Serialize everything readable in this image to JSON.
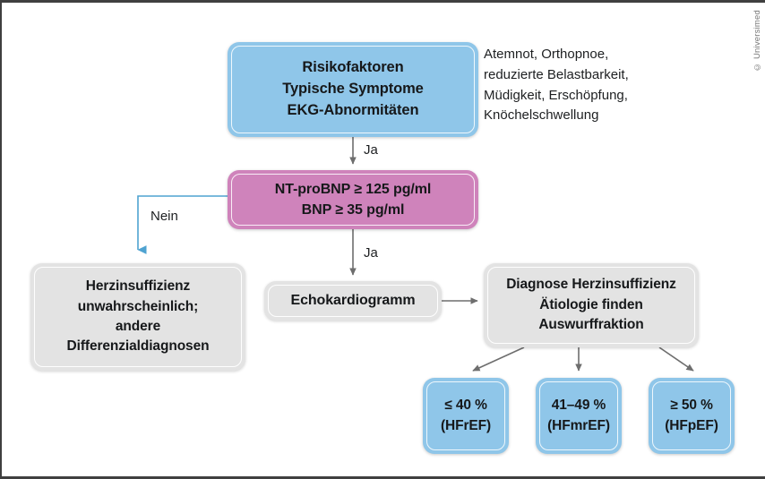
{
  "figure": {
    "copyright": "© Universimed",
    "colors": {
      "blue": "#8FC6E9",
      "pink": "#CF83BB",
      "grey": "#E3E3E3",
      "arrow_grey": "#6E6E6E",
      "arrow_blue": "#4FA3D1",
      "text": "#16181A",
      "frame": "#3F3F3F"
    }
  },
  "nodes": {
    "symptoms": {
      "line1": "Risikofaktoren",
      "line2": "Typische Symptome",
      "line3": "EKG-Abnormitäten"
    },
    "bnp": {
      "line1": "NT-proBNP ≥ 125 pg/ml",
      "line2": "BNP ≥ 35 pg/ml"
    },
    "unlikely": {
      "line1": "Herzinsuffizienz",
      "line2": "unwahrscheinlich;",
      "line3": "andere",
      "line4": "Differenzialdiagnosen"
    },
    "echo": {
      "line1": "Echokardiogramm"
    },
    "diagnose": {
      "line1": "Diagnose Herzinsuffizienz",
      "line2": "Ätiologie finden",
      "line3": "Auswurffraktion"
    },
    "hfref": {
      "line1": "≤ 40 %",
      "line2": "(HFrEF)"
    },
    "hfmref": {
      "line1": "41–49 %",
      "line2": "(HFmrEF)"
    },
    "hfpef": {
      "line1": "≥ 50 %",
      "line2": "(HFpEF)"
    }
  },
  "side_note": {
    "line1": "Atemnot, Orthopnoe,",
    "line2": "reduzierte Belastbarkeit,",
    "line3": "Müdigkeit, Erschöpfung,",
    "line4": "Knöchelschwellung"
  },
  "edge_labels": {
    "ja_symptoms_to_bnp": "Ja",
    "ja_bnp_to_echo": "Ja",
    "nein_bnp_to_unlikely": "Nein"
  }
}
